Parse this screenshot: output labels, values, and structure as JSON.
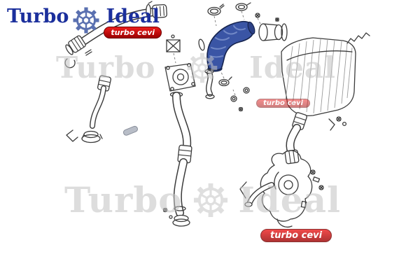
{
  "logo": {
    "brand_first": "Turbo",
    "brand_second": "Ideal",
    "badge": "turbo cevi"
  },
  "watermarks": {
    "middle": {
      "first": "Turbo",
      "second": "Ideal",
      "badge": "turbo cevi"
    },
    "bottom": {
      "first": "Turbo",
      "second": "Ideal",
      "badge": "turbo cevi"
    }
  },
  "colors": {
    "brand_blue": "#1b2f9c",
    "badge_red": "#c00000",
    "highlight_part_blue": "#3a55a5",
    "line_art": "#3b3b3b",
    "watermark_gray": "#c2c2c2"
  }
}
